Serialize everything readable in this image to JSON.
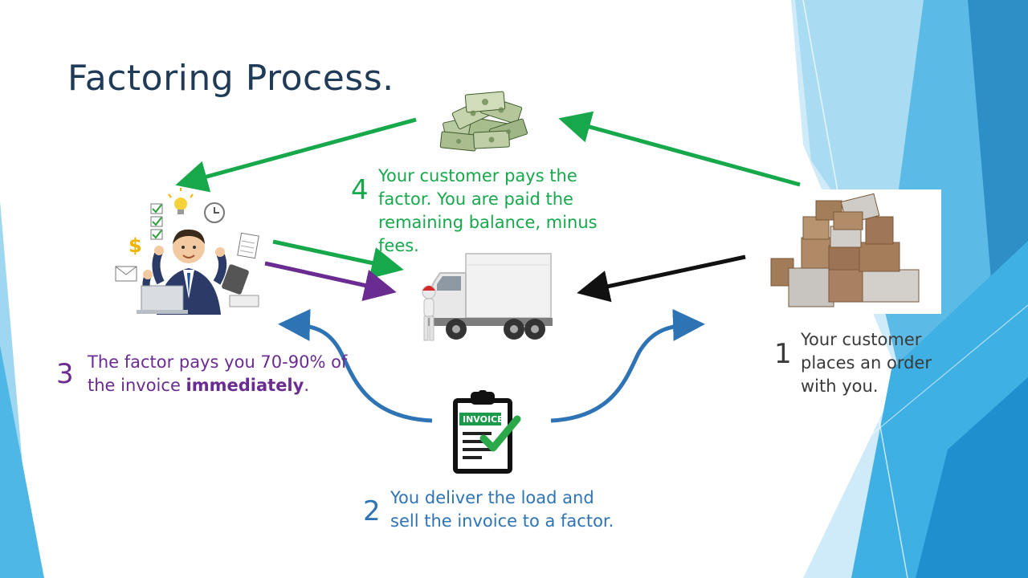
{
  "slide": {
    "title": "Factoring Process."
  },
  "steps": [
    {
      "id": "1",
      "number": "1",
      "text": "Your customer places an order with you."
    },
    {
      "id": "2",
      "number": "2",
      "text": "You deliver the load and sell the invoice to a factor."
    },
    {
      "id": "3",
      "number": "3",
      "text_before": "The factor pays you 70-90% of the invoice ",
      "text_bold": "immediately",
      "text_after": "."
    },
    {
      "id": "4",
      "number": "4",
      "text": "Your customer pays the factor. You are paid the remaining balance, minus fees."
    }
  ],
  "icons": {
    "money": "money-stack-icon",
    "businessman": "busy-businessman-icon",
    "truck": "delivery-truck-icon",
    "boxes": "cardboard-boxes-icon",
    "invoice": "invoice-clipboard-icon",
    "invoice_label": "INVOICE"
  },
  "colors": {
    "title": "#1f3b57",
    "step1": "#3a3a3a",
    "step2": "#2e74b5",
    "step3": "#6a2c91",
    "step4": "#17a84b",
    "arrow_green": "#17a84b",
    "arrow_purple": "#6a2c91",
    "arrow_black": "#111111",
    "arrow_blue": "#2e74b5",
    "bg_accent": "#29a6de"
  }
}
